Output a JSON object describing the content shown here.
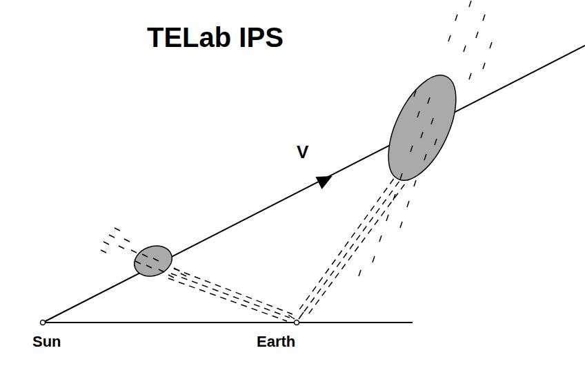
{
  "diagram": {
    "title": "TELab IPS",
    "labels": [
      "V",
      "Sun",
      "Earth"
    ]
  }
}
